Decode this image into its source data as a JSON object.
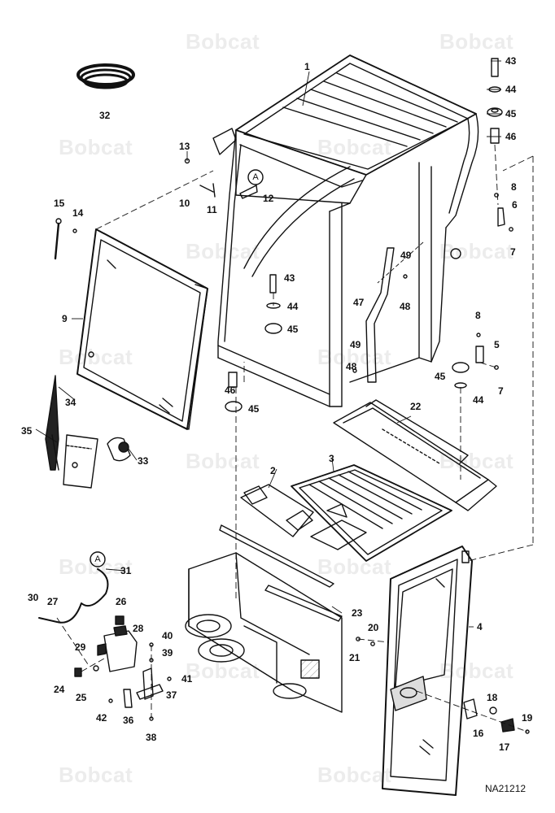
{
  "watermark": "Bobcat",
  "drawing_id": "NA21212",
  "detail_ref": "A",
  "callouts": [
    {
      "id": "c1",
      "text": "1"
    },
    {
      "id": "c2",
      "text": "2"
    },
    {
      "id": "c3",
      "text": "3"
    },
    {
      "id": "c4",
      "text": "4"
    },
    {
      "id": "c5",
      "text": "5"
    },
    {
      "id": "c6",
      "text": "6"
    },
    {
      "id": "c7a",
      "text": "7"
    },
    {
      "id": "c7b",
      "text": "7"
    },
    {
      "id": "c8a",
      "text": "8"
    },
    {
      "id": "c8b",
      "text": "8"
    },
    {
      "id": "c9",
      "text": "9"
    },
    {
      "id": "c10",
      "text": "10"
    },
    {
      "id": "c11",
      "text": "11"
    },
    {
      "id": "c12",
      "text": "12"
    },
    {
      "id": "c13",
      "text": "13"
    },
    {
      "id": "c14",
      "text": "14"
    },
    {
      "id": "c15",
      "text": "15"
    },
    {
      "id": "c16",
      "text": "16"
    },
    {
      "id": "c17",
      "text": "17"
    },
    {
      "id": "c18",
      "text": "18"
    },
    {
      "id": "c19",
      "text": "19"
    },
    {
      "id": "c20",
      "text": "20"
    },
    {
      "id": "c21",
      "text": "21"
    },
    {
      "id": "c22",
      "text": "22"
    },
    {
      "id": "c23",
      "text": "23"
    },
    {
      "id": "c24",
      "text": "24"
    },
    {
      "id": "c25",
      "text": "25"
    },
    {
      "id": "c26",
      "text": "26"
    },
    {
      "id": "c27",
      "text": "27"
    },
    {
      "id": "c28",
      "text": "28"
    },
    {
      "id": "c29",
      "text": "29"
    },
    {
      "id": "c30",
      "text": "30"
    },
    {
      "id": "c31",
      "text": "31"
    },
    {
      "id": "c32",
      "text": "32"
    },
    {
      "id": "c33",
      "text": "33"
    },
    {
      "id": "c34",
      "text": "34"
    },
    {
      "id": "c35",
      "text": "35"
    },
    {
      "id": "c36",
      "text": "36"
    },
    {
      "id": "c37",
      "text": "37"
    },
    {
      "id": "c38",
      "text": "38"
    },
    {
      "id": "c39",
      "text": "39"
    },
    {
      "id": "c40",
      "text": "40"
    },
    {
      "id": "c41",
      "text": "41"
    },
    {
      "id": "c42",
      "text": "42"
    },
    {
      "id": "c43a",
      "text": "43"
    },
    {
      "id": "c43b",
      "text": "43"
    },
    {
      "id": "c44a",
      "text": "44"
    },
    {
      "id": "c44b",
      "text": "44"
    },
    {
      "id": "c44c",
      "text": "44"
    },
    {
      "id": "c45a",
      "text": "45"
    },
    {
      "id": "c45b",
      "text": "45"
    },
    {
      "id": "c45c",
      "text": "45"
    },
    {
      "id": "c45d",
      "text": "45"
    },
    {
      "id": "c46a",
      "text": "46"
    },
    {
      "id": "c46b",
      "text": "46"
    },
    {
      "id": "c47",
      "text": "47"
    },
    {
      "id": "c48a",
      "text": "48"
    },
    {
      "id": "c48b",
      "text": "48"
    },
    {
      "id": "c49a",
      "text": "49"
    },
    {
      "id": "c49b",
      "text": "49"
    }
  ]
}
